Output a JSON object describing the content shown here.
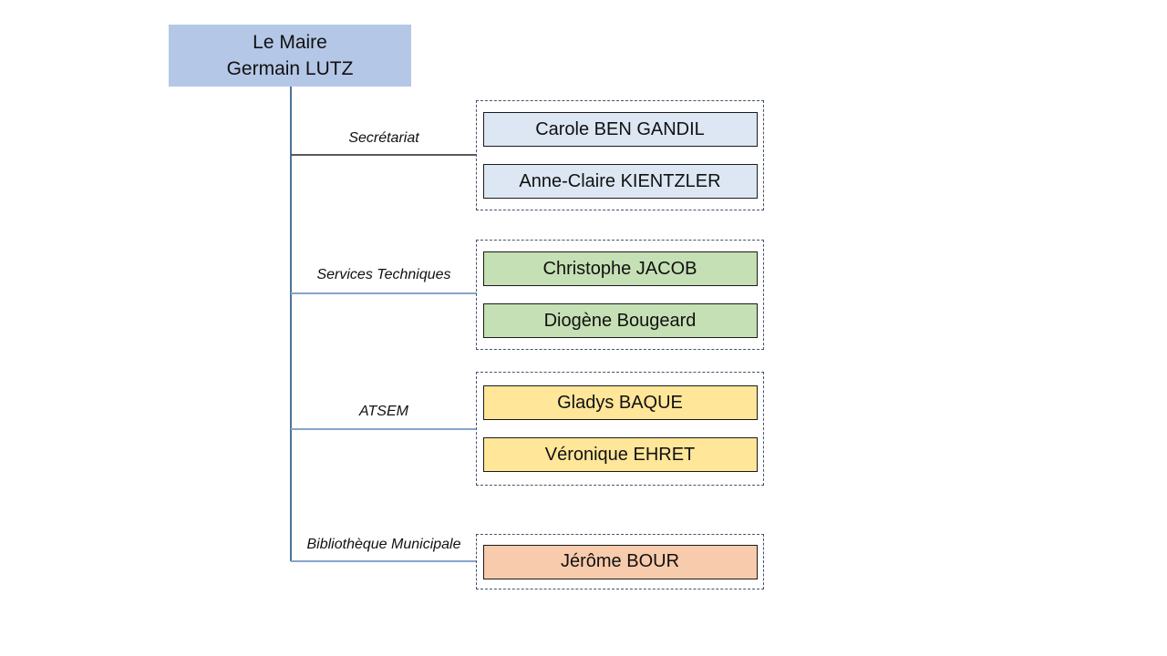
{
  "chart": {
    "root": {
      "line1": "Le Maire",
      "line2": "Germain LUTZ",
      "fill": "#b4c7e7"
    },
    "connectors": {
      "trunk_color": "#4d7398",
      "branch_colors": [
        "#595959",
        "#85a5cc",
        "#85a5cc",
        "#85a5cc"
      ]
    },
    "container_border_color": "#44546a",
    "member_border_color": "#1a1a1a",
    "groups": [
      {
        "label": "Secrétariat",
        "fill": "#dce7f3",
        "members": [
          "Carole BEN GANDIL",
          "Anne-Claire KIENTZLER"
        ]
      },
      {
        "label": "Services Techniques",
        "fill": "#c5e0b4",
        "members": [
          "Christophe JACOB",
          "Diogène Bougeard"
        ]
      },
      {
        "label": "ATSEM",
        "fill": "#ffe699",
        "members": [
          "Gladys BAQUE",
          "Véronique EHRET"
        ]
      },
      {
        "label": "Bibliothèque Municipale",
        "fill": "#f8cbad",
        "members": [
          "Jérôme BOUR"
        ]
      }
    ]
  }
}
